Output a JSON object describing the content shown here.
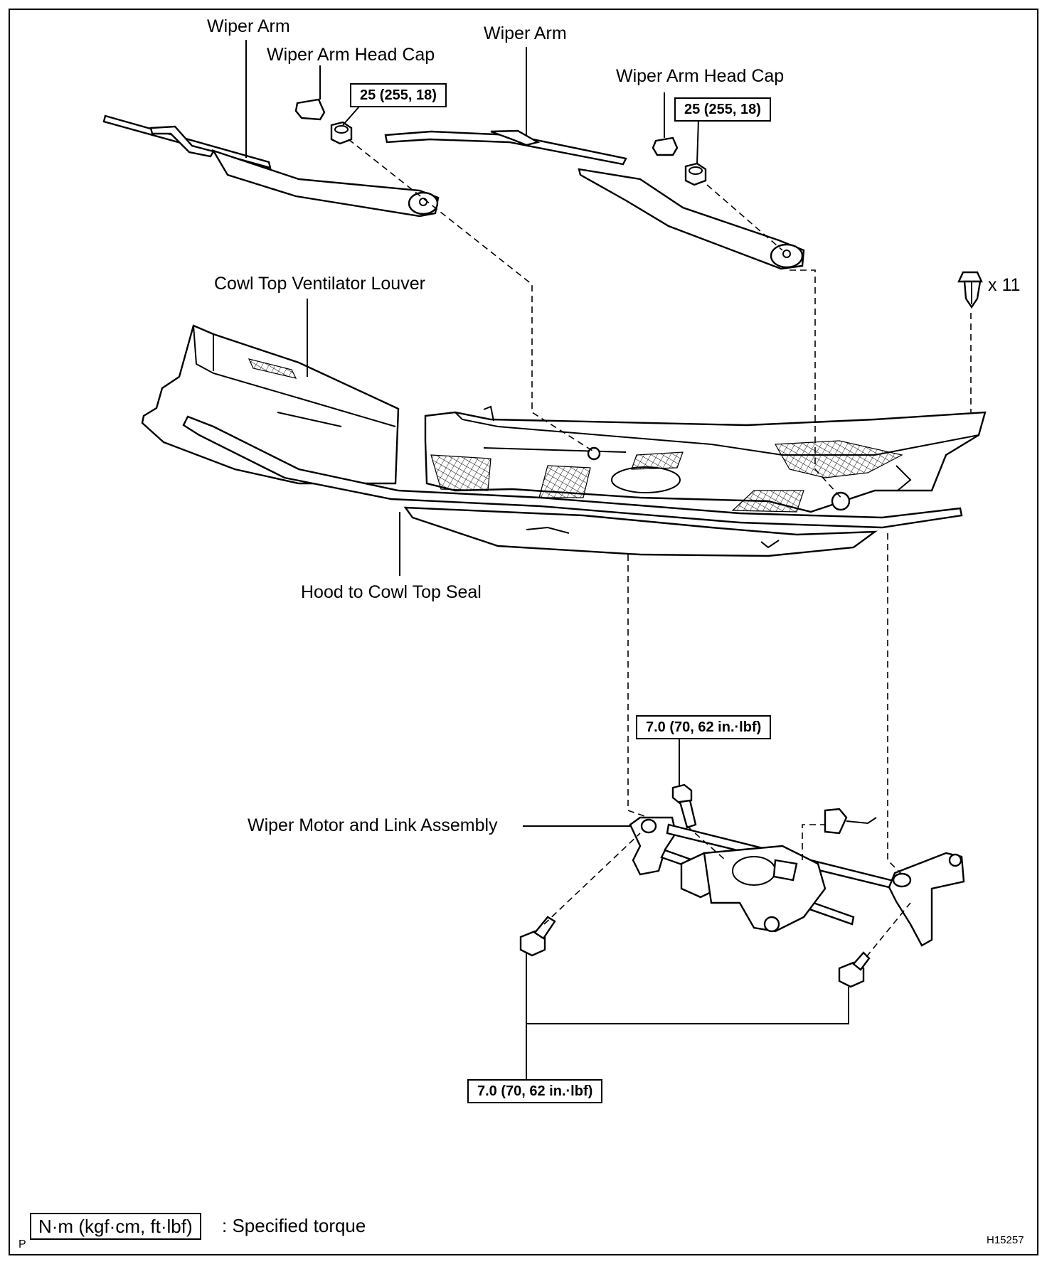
{
  "labels": {
    "wiper_arm_left": "Wiper Arm",
    "wiper_arm_head_cap_left": "Wiper Arm Head Cap",
    "wiper_arm_right": "Wiper Arm",
    "wiper_arm_head_cap_right": "Wiper Arm Head Cap",
    "clip_count": "x 11",
    "cowl_louver": "Cowl Top Ventilator Louver",
    "hood_seal": "Hood to Cowl Top Seal",
    "wiper_motor": "Wiper Motor and Link Assembly"
  },
  "torques": {
    "wiper_nut_left": "25 (255, 18)",
    "wiper_nut_right": "25 (255, 18)",
    "motor_bolt_top": "7.0 (70, 62 in.·lbf)",
    "motor_bolt_bottom": "7.0 (70, 62 in.·lbf)"
  },
  "legend": {
    "box_text": "N·m (kgf·cm, ft·lbf)",
    "description": ": Specified torque"
  },
  "corner": {
    "left_mark": "P",
    "figure_id": "H15257"
  }
}
